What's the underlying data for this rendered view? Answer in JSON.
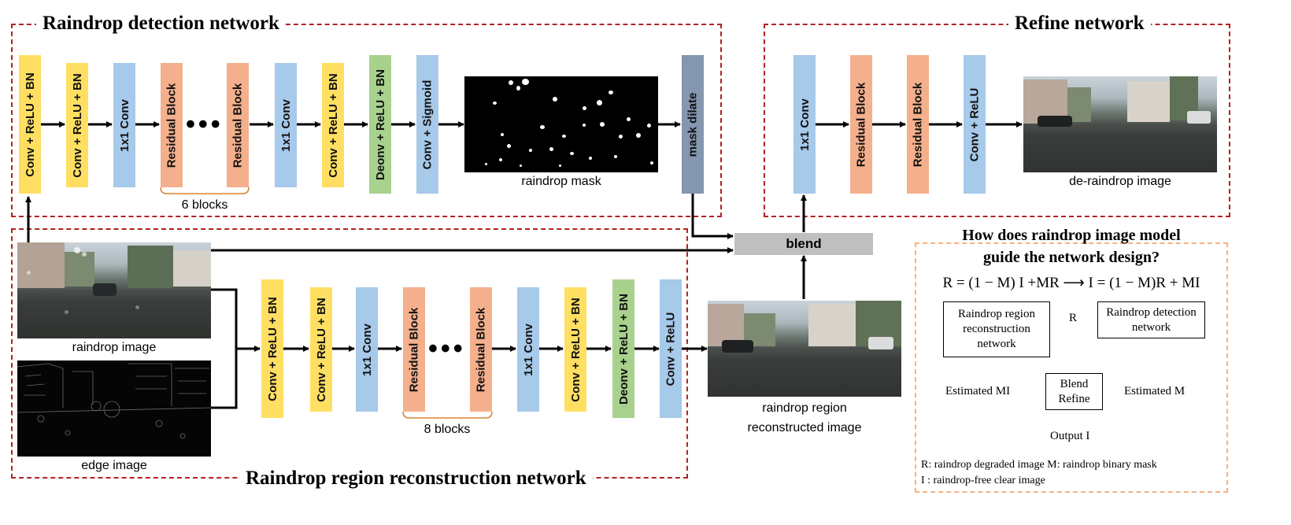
{
  "detection": {
    "title": "Raindrop detection network",
    "blocks": [
      "Conv + ReLU + BN",
      "Conv + ReLU + BN",
      "1x1 Conv",
      "Residual Block",
      "Residual Block",
      "1x1 Conv",
      "Conv + ReLU + BN",
      "Deonv + ReLU + BN",
      "Conv + Sigmoid"
    ],
    "blocks_note": "6 blocks",
    "mask_label": "raindrop mask",
    "dilate": "mask dilate"
  },
  "refine": {
    "title": "Refine network",
    "blocks": [
      "1x1 Conv",
      "Residual Block",
      "Residual Block",
      "Conv + ReLU"
    ],
    "output_label": "de-raindrop image"
  },
  "reconstruction": {
    "title": "Raindrop region reconstruction network",
    "input_raindrop": "raindrop image",
    "input_edge": "edge image",
    "blocks": [
      "Conv + ReLU + BN",
      "Conv + ReLU + BN",
      "1x1 Conv",
      "Residual Block",
      "Residual Block",
      "1x1 Conv",
      "Conv + ReLU + BN",
      "Deonv + ReLU + BN",
      "Conv + ReLU"
    ],
    "blocks_note": "8 blocks",
    "output_label_1": "raindrop region",
    "output_label_2": "reconstructed image"
  },
  "blend_label": "blend",
  "panel": {
    "title_1": "How does raindrop image model",
    "title_2": "guide the network design?",
    "equation": "R = (1 − M) I +MR ⟶ I = (1 − M)R + MI",
    "box_recon": "Raindrop region reconstruction network",
    "box_detect": "Raindrop detection network",
    "r_label": "R",
    "estimated_mi": "Estimated MI",
    "estimated_m": "Estimated M",
    "box_blend_1": "Blend",
    "box_blend_2": "Refine",
    "output": "Output I",
    "legend_1": "R: raindrop degraded image  M: raindrop binary mask",
    "legend_2": "I : raindrop-free clear image"
  },
  "colors": {
    "region_border": "#b22222",
    "panel_border": "#f4b183",
    "conv_bn": "#ffdf62",
    "conv_1x1": "#a7c9ea",
    "residual": "#f4b08c",
    "deconv": "#a9d18e",
    "dilate": "#8496b0",
    "blend": "#bfbfbf"
  }
}
